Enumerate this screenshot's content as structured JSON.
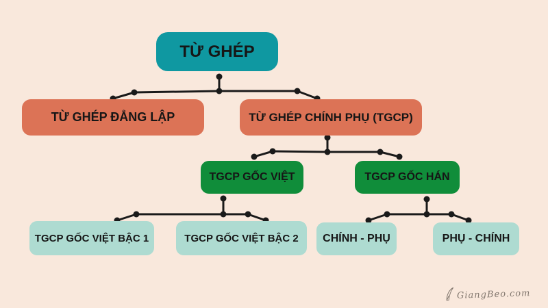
{
  "page": {
    "background": "#f9e8dc",
    "connector_color": "#1a1a1a",
    "text_color": "#161616"
  },
  "diagram": {
    "type": "tree",
    "nodes": {
      "root": {
        "label": "TỪ GHÉP",
        "color": "#0f98a1"
      },
      "dang_lap": {
        "label": "TỪ GHÉP ĐẲNG LẬP",
        "color": "#dc7356"
      },
      "chinh_phu": {
        "label": "TỪ GHÉP CHÍNH PHỤ (TGCP)",
        "color": "#dc7356"
      },
      "goc_viet": {
        "label": "TGCP GỐC VIỆT",
        "color": "#108d3a"
      },
      "goc_han": {
        "label": "TGCP GỐC HÁN",
        "color": "#108d3a"
      },
      "bac_1": {
        "label": "TGCP GỐC VIỆT BẬC 1",
        "color": "#aedbd1"
      },
      "bac_2": {
        "label": "TGCP GỐC VIỆT BẬC 2",
        "color": "#aedbd1"
      },
      "chinh_phu_order": {
        "label": "CHÍNH - PHỤ",
        "color": "#aedbd1"
      },
      "phu_chinh_order": {
        "label": "PHỤ - CHÍNH",
        "color": "#aedbd1"
      }
    },
    "edges": [
      {
        "from": "root",
        "to": [
          "dang_lap",
          "chinh_phu"
        ]
      },
      {
        "from": "chinh_phu",
        "to": [
          "goc_viet",
          "goc_han"
        ]
      },
      {
        "from": "goc_viet",
        "to": [
          "bac_1",
          "bac_2"
        ]
      },
      {
        "from": "goc_han",
        "to": [
          "chinh_phu_order",
          "phu_chinh_order"
        ]
      }
    ]
  },
  "signature": {
    "text": "GiangBeo.com"
  }
}
